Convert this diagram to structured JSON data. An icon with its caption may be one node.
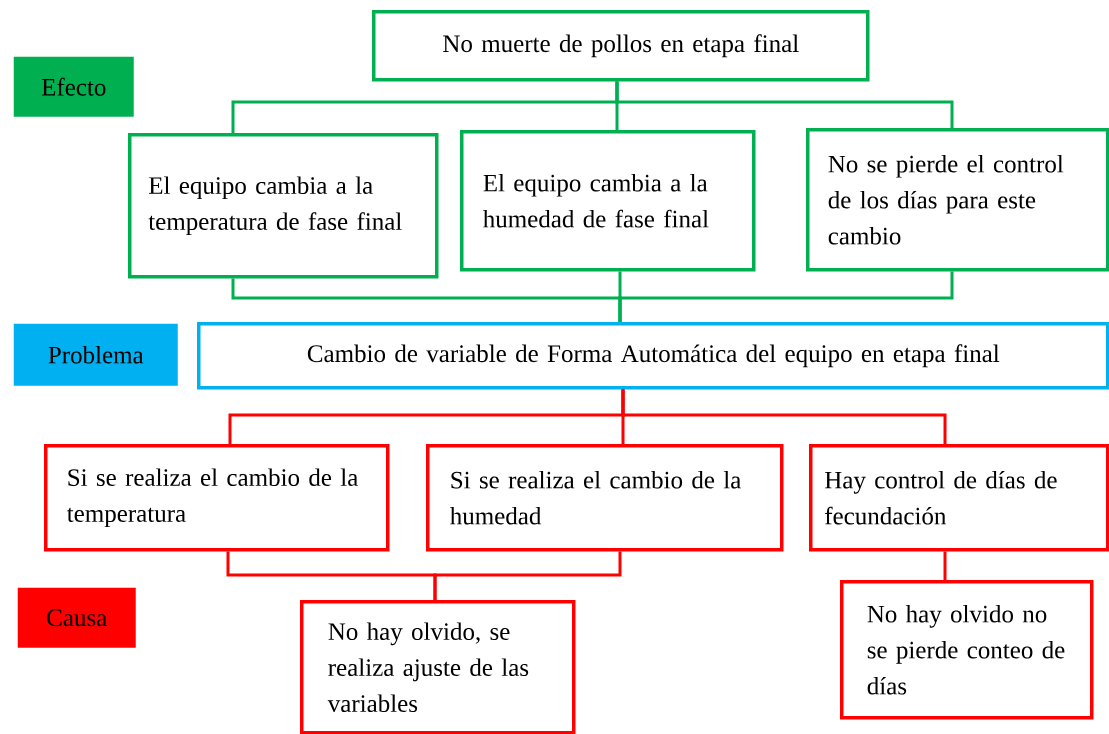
{
  "diagram": {
    "nodes": [
      {
        "text": [
          "No muerte de pollos en etapa final"
        ]
      },
      {
        "text": [
          "Efecto"
        ]
      },
      {
        "text": [
          "El equipo cambia a la temperatura de fase final"
        ]
      },
      {
        "text": [
          "El equipo cambia a la humedad de fase final"
        ]
      },
      {
        "text": [
          "No se pierde el control de los días para este cambio"
        ]
      },
      {
        "text": [
          "Problema"
        ]
      },
      {
        "text": [
          "Cambio de variable de Forma Automática del equipo en etapa final"
        ]
      },
      {
        "text": [
          "Si se realiza el cambio de la temperatura"
        ]
      },
      {
        "text": [
          "Si se realiza el cambio de la humedad"
        ]
      },
      {
        "text": [
          "Hay control de días de fecundación"
        ]
      },
      {
        "text": [
          "Causa"
        ]
      },
      {
        "text": [
          "No hay olvido, se realiza ajuste de las variables"
        ]
      },
      {
        "text": [
          "No hay olvido no se pierde conteo de días"
        ]
      }
    ],
    "edges": [
      {
        "from": 0,
        "to": 2,
        "arrow": "none",
        "color": "#00b050"
      },
      {
        "from": 0,
        "to": 3,
        "arrow": "none",
        "color": "#00b050"
      },
      {
        "from": 0,
        "to": 4,
        "arrow": "none",
        "color": "#00b050"
      },
      {
        "from": 2,
        "to": 6,
        "arrow": "none",
        "color": "#00b050"
      },
      {
        "from": 3,
        "to": 6,
        "arrow": "none",
        "color": "#00b050"
      },
      {
        "from": 4,
        "to": 6,
        "arrow": "none",
        "color": "#00b050"
      },
      {
        "from": 6,
        "to": 7,
        "arrow": "none",
        "color": "#ff0000"
      },
      {
        "from": 6,
        "to": 8,
        "arrow": "none",
        "color": "#ff0000"
      },
      {
        "from": 6,
        "to": 9,
        "arrow": "none",
        "color": "#ff0000"
      },
      {
        "from": 7,
        "to": 11,
        "arrow": "none",
        "color": "#ff0000"
      },
      {
        "from": 8,
        "to": 11,
        "arrow": "none",
        "color": "#ff0000"
      },
      {
        "from": 9,
        "to": 12,
        "arrow": "none",
        "color": "#ff0000"
      }
    ]
  }
}
